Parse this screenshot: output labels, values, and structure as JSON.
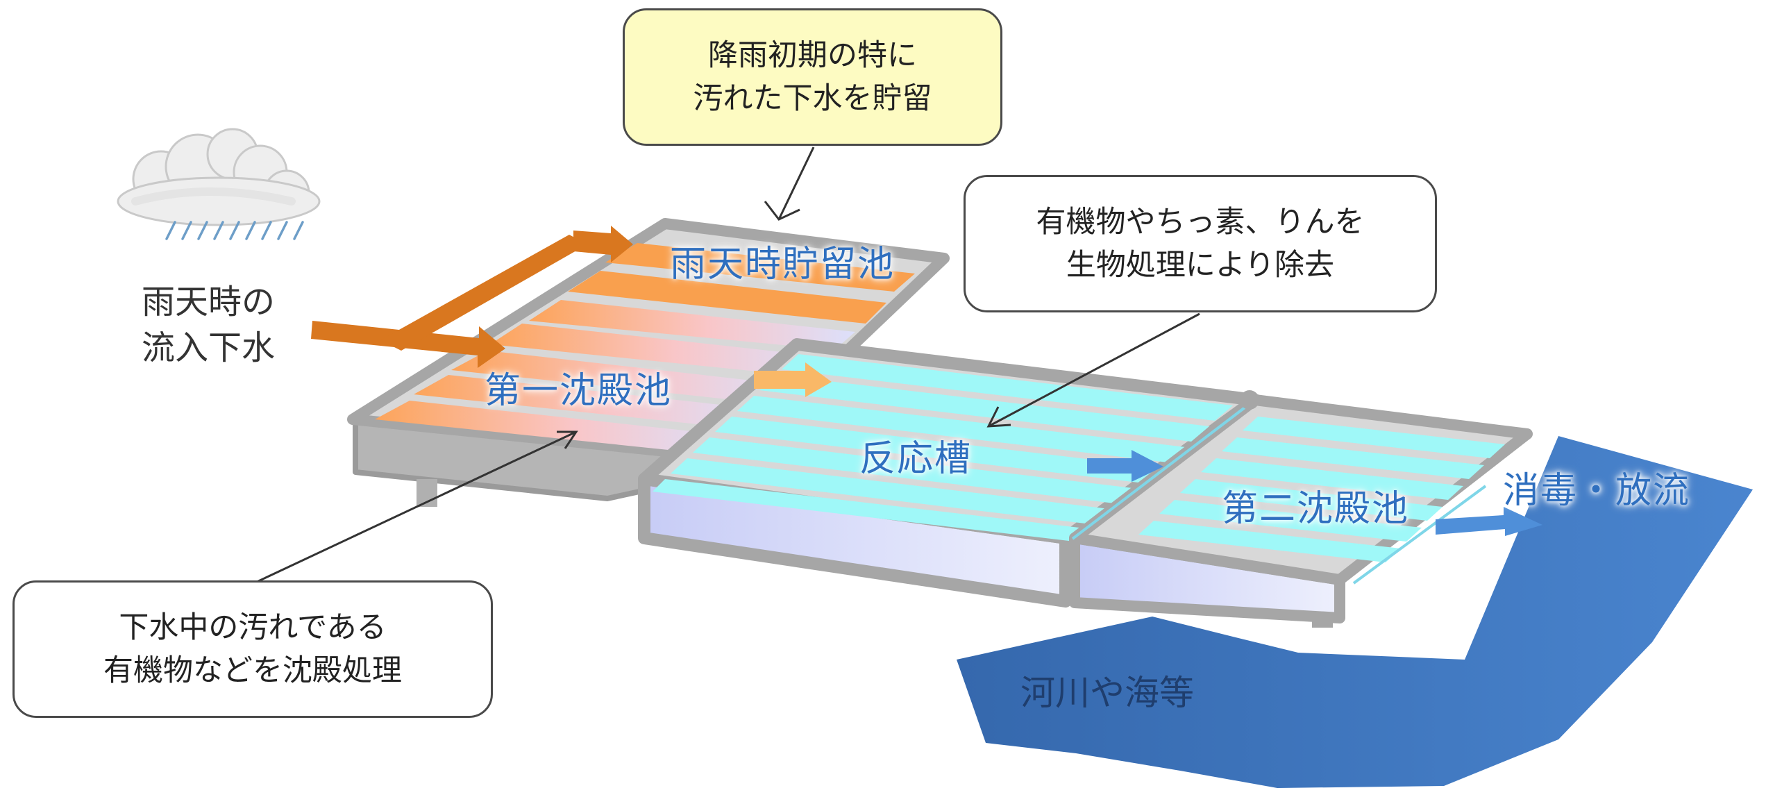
{
  "callouts": {
    "storage": {
      "line1": "降雨初期の特に",
      "line2": "汚れた下水を貯留"
    },
    "reaction": {
      "line1": "有機物やちっ素、りんを",
      "line2": "生物処理により除去"
    },
    "sedimentation": {
      "line1": "下水中の汚れである",
      "line2": "有機物などを沈殿処理"
    }
  },
  "inflow": {
    "line1": "雨天時の",
    "line2": "流入下水"
  },
  "tanks": {
    "storage_tank": "雨天時貯留池",
    "primary_tank": "第一沈殿池",
    "reaction_tank": "反応槽",
    "secondary_tank": "第二沈殿池",
    "discharge": "消毒・放流"
  },
  "river": "河川や海等",
  "icons": [
    "rain-cloud-icon"
  ],
  "colors": {
    "frame": "#a6a6a6",
    "reaction_water": "#9ff8f8",
    "storage_water": "#f9a04e",
    "flow_orange": "#d9771f",
    "flow_blue": "#4f8fd9",
    "river": "#3f78c0",
    "callout_yellow": "#fdfbc2"
  }
}
